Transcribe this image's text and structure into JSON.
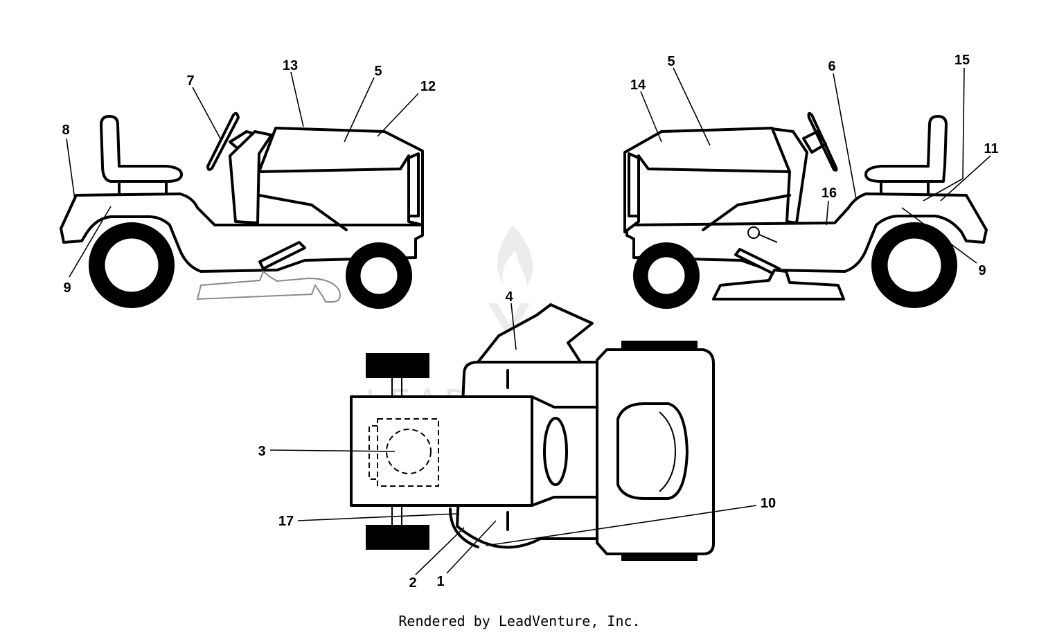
{
  "watermark": {
    "text": "LEADVENTURE"
  },
  "callouts": {
    "left_view": {
      "c8": "8",
      "c7": "7",
      "c13": "13",
      "c5": "5",
      "c12": "12",
      "c9": "9"
    },
    "right_view": {
      "c14": "14",
      "c5": "5",
      "c6": "6",
      "c15": "15",
      "c11": "11",
      "c16": "16",
      "c9": "9"
    },
    "top_view": {
      "c4": "4",
      "c3": "3",
      "c17": "17",
      "c10": "10",
      "c2": "2",
      "c1": "1"
    }
  },
  "footer": {
    "text": "Rendered by LeadVenture, Inc."
  },
  "colors": {
    "line": "#000000",
    "background": "#ffffff",
    "watermark": "#e6e6e6"
  }
}
